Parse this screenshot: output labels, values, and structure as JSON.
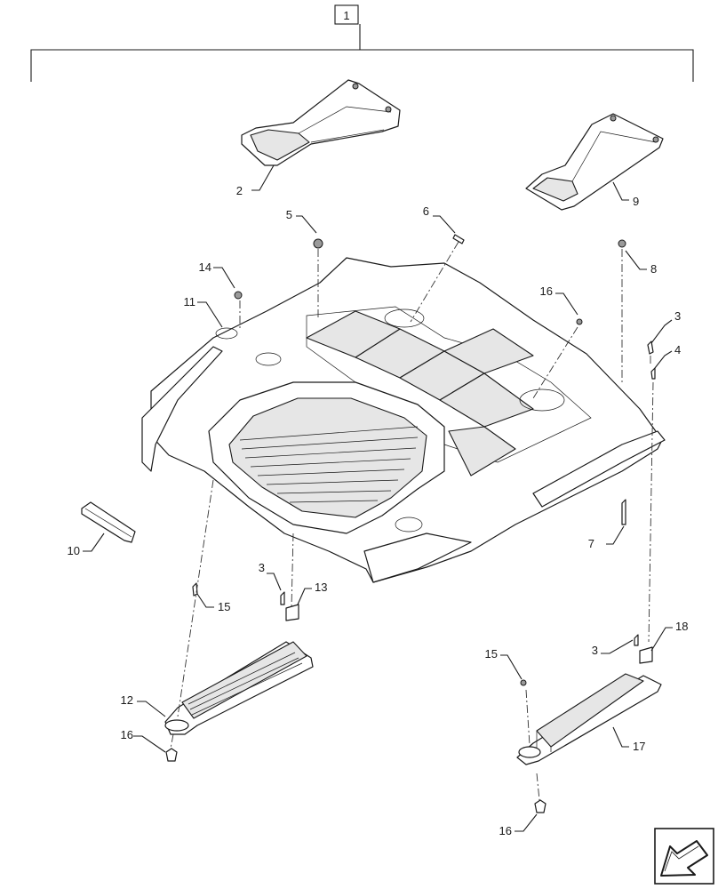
{
  "assembly_callout": "1",
  "callouts": {
    "c2": "2",
    "c3a": "3",
    "c3b": "3",
    "c3c": "3",
    "c4": "4",
    "c5": "5",
    "c6": "6",
    "c7": "7",
    "c8": "8",
    "c9": "9",
    "c10": "10",
    "c11": "11",
    "c12": "12",
    "c13": "13",
    "c14": "14",
    "c15a": "15",
    "c15b": "15",
    "c16a": "16",
    "c16b": "16",
    "c16c": "16",
    "c17": "17",
    "c18": "18"
  },
  "navigation_icon": "arrow-icon"
}
